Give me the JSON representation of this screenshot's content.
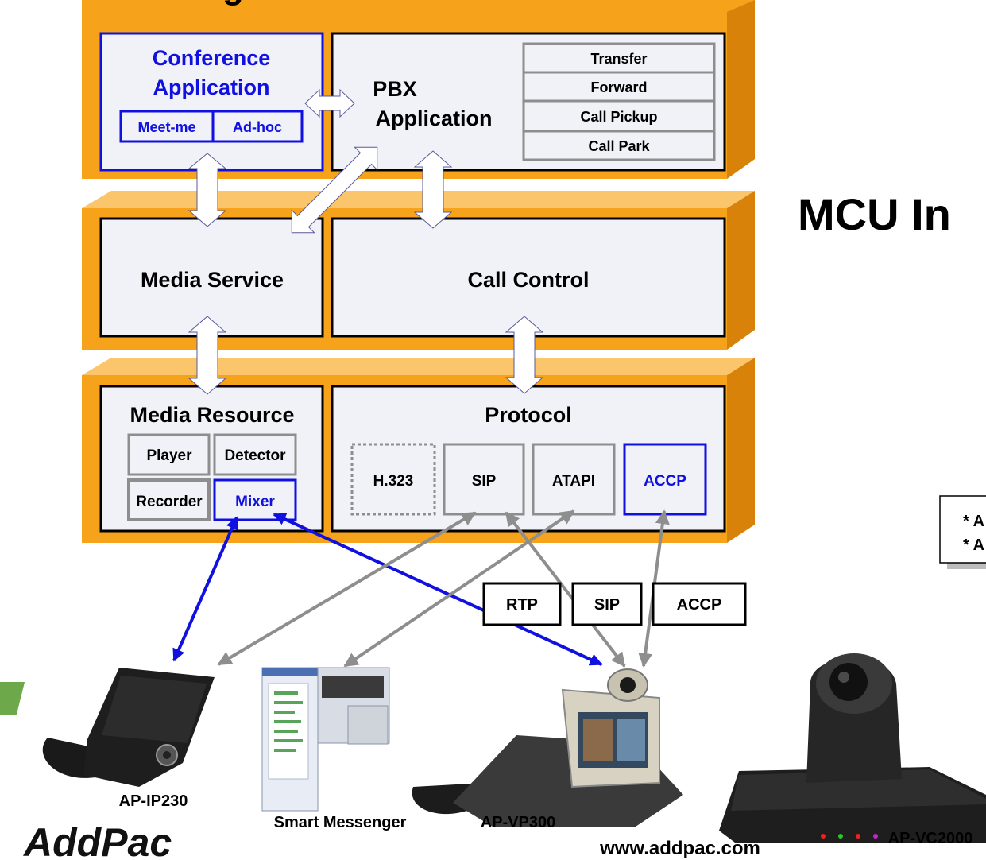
{
  "diagram": {
    "top_layer": {
      "title_fragment": "ge",
      "conference_box": {
        "line1": "Conference",
        "line2": "Application",
        "meet_me": "Meet-me",
        "ad_hoc": "Ad-hoc"
      },
      "pbx_box": {
        "line1": "PBX",
        "line2": "Application",
        "features": [
          "Transfer",
          "Forward",
          "Call Pickup",
          "Call Park"
        ]
      }
    },
    "middle_layer": {
      "media_service": "Media Service",
      "call_control": "Call Control"
    },
    "bottom_layer": {
      "media_resource": {
        "title": "Media Resource",
        "items": [
          "Player",
          "Detector",
          "Recorder",
          "Mixer"
        ]
      },
      "protocol": {
        "title": "Protocol",
        "items": [
          "H.323",
          "SIP",
          "ATAPI",
          "ACCP"
        ]
      }
    },
    "link_labels": [
      "RTP",
      "SIP",
      "ACCP"
    ],
    "devices": [
      "AP-IP230",
      "Smart Messenger",
      "AP-VP300",
      "AP-VC2000"
    ]
  },
  "slide_title": "MCU In",
  "notes": [
    "* A",
    "* A"
  ],
  "brand": {
    "logo": "AddPac",
    "url": "www.addpac.com"
  },
  "colors": {
    "orange": "#F7A21B",
    "orange_dark": "#D9820A",
    "panel": "#F1F1F8",
    "blue": "#1010E0",
    "gray": "#8E8E8E"
  }
}
